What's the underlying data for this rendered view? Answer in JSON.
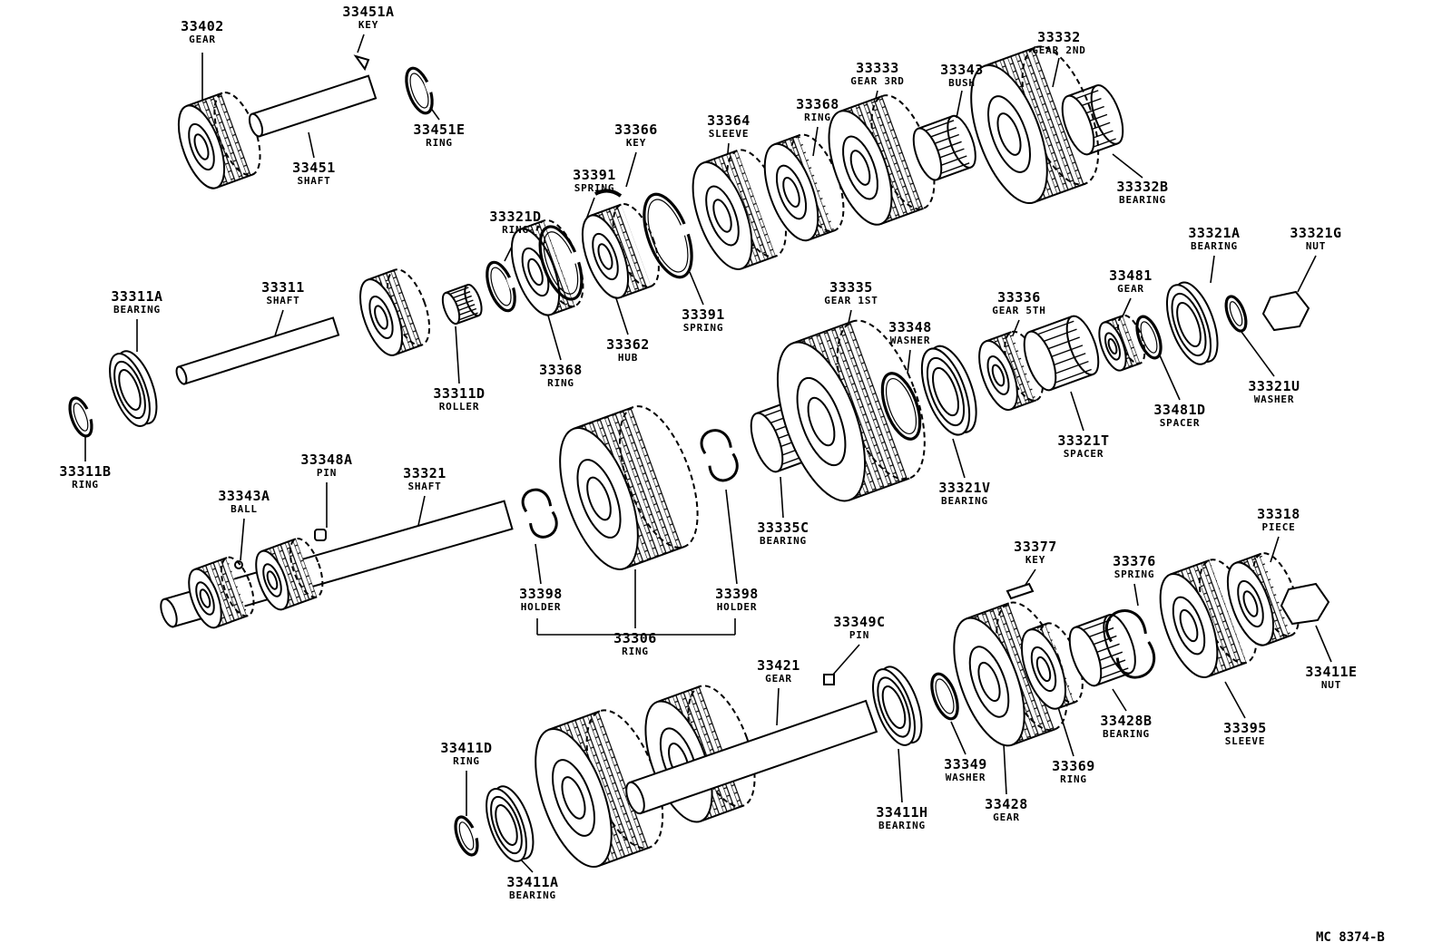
{
  "figure_code": "MC 8374-B",
  "parts": [
    {
      "id": "p33402",
      "number": "33402",
      "name": "GEAR"
    },
    {
      "id": "p33451A",
      "number": "33451A",
      "name": "KEY"
    },
    {
      "id": "p33451E",
      "number": "33451E",
      "name": "RING"
    },
    {
      "id": "p33451",
      "number": "33451",
      "name": "SHAFT"
    },
    {
      "id": "p33332",
      "number": "33332",
      "name": "GEAR 2ND"
    },
    {
      "id": "p33333",
      "number": "33333",
      "name": "GEAR 3RD"
    },
    {
      "id": "p33343",
      "number": "33343",
      "name": "BUSH"
    },
    {
      "id": "p33368a",
      "number": "33368",
      "name": "RING"
    },
    {
      "id": "p33364",
      "number": "33364",
      "name": "SLEEVE"
    },
    {
      "id": "p33366",
      "number": "33366",
      "name": "KEY"
    },
    {
      "id": "p33391a",
      "number": "33391",
      "name": "SPRING"
    },
    {
      "id": "p33332B",
      "number": "33332B",
      "name": "BEARING"
    },
    {
      "id": "p33321D",
      "number": "33321D",
      "name": "RING"
    },
    {
      "id": "p33311A",
      "number": "33311A",
      "name": "BEARING"
    },
    {
      "id": "p33311",
      "number": "33311",
      "name": "SHAFT"
    },
    {
      "id": "p33391b",
      "number": "33391",
      "name": "SPRING"
    },
    {
      "id": "p33362",
      "number": "33362",
      "name": "HUB"
    },
    {
      "id": "p33368b",
      "number": "33368",
      "name": "RING"
    },
    {
      "id": "p33311D",
      "number": "33311D",
      "name": "ROLLER"
    },
    {
      "id": "p33311B",
      "number": "33311B",
      "name": "RING"
    },
    {
      "id": "p33321A",
      "number": "33321A",
      "name": "BEARING"
    },
    {
      "id": "p33321G",
      "number": "33321G",
      "name": "NUT"
    },
    {
      "id": "p33481",
      "number": "33481",
      "name": "GEAR"
    },
    {
      "id": "p33336",
      "number": "33336",
      "name": "GEAR 5TH"
    },
    {
      "id": "p33335",
      "number": "33335",
      "name": "GEAR 1ST"
    },
    {
      "id": "p33348",
      "number": "33348",
      "name": "WASHER"
    },
    {
      "id": "p33321U",
      "number": "33321U",
      "name": "WASHER"
    },
    {
      "id": "p33481D",
      "number": "33481D",
      "name": "SPACER"
    },
    {
      "id": "p33321T",
      "number": "33321T",
      "name": "SPACER"
    },
    {
      "id": "p33321V",
      "number": "33321V",
      "name": "BEARING"
    },
    {
      "id": "p33348A",
      "number": "33348A",
      "name": "PIN"
    },
    {
      "id": "p33343A",
      "number": "33343A",
      "name": "BALL"
    },
    {
      "id": "p33321",
      "number": "33321",
      "name": "SHAFT"
    },
    {
      "id": "p33335C",
      "number": "33335C",
      "name": "BEARING"
    },
    {
      "id": "p33398a",
      "number": "33398",
      "name": "HOLDER"
    },
    {
      "id": "p33398b",
      "number": "33398",
      "name": "HOLDER"
    },
    {
      "id": "p33306",
      "number": "33306",
      "name": "RING"
    },
    {
      "id": "p33318",
      "number": "33318",
      "name": "PIECE"
    },
    {
      "id": "p33377",
      "number": "33377",
      "name": "KEY"
    },
    {
      "id": "p33376",
      "number": "33376",
      "name": "SPRING"
    },
    {
      "id": "p33349C",
      "number": "33349C",
      "name": "PIN"
    },
    {
      "id": "p33421",
      "number": "33421",
      "name": "GEAR"
    },
    {
      "id": "p33411E",
      "number": "33411E",
      "name": "NUT"
    },
    {
      "id": "p33428B",
      "number": "33428B",
      "name": "BEARING"
    },
    {
      "id": "p33395",
      "number": "33395",
      "name": "SLEEVE"
    },
    {
      "id": "p33411D",
      "number": "33411D",
      "name": "RING"
    },
    {
      "id": "p33349",
      "number": "33349",
      "name": "WASHER"
    },
    {
      "id": "p33369",
      "number": "33369",
      "name": "RING"
    },
    {
      "id": "p33428",
      "number": "33428",
      "name": "GEAR"
    },
    {
      "id": "p33411H",
      "number": "33411H",
      "name": "BEARING"
    },
    {
      "id": "p33411A",
      "number": "33411A",
      "name": "BEARING"
    }
  ]
}
